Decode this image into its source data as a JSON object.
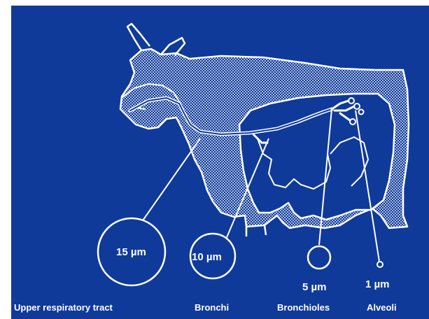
{
  "colors": {
    "background": "#0f3a9a",
    "line": "#ffffff",
    "stipple": "#d9e2f2"
  },
  "regions": [
    {
      "size": "15 µm",
      "name": "Upper respiratory tract"
    },
    {
      "size": "10 µm",
      "name": "Bronchi"
    },
    {
      "size": "5 µm",
      "name": "Bronchioles"
    },
    {
      "size": "1 µm",
      "name": "Alveoli"
    }
  ]
}
